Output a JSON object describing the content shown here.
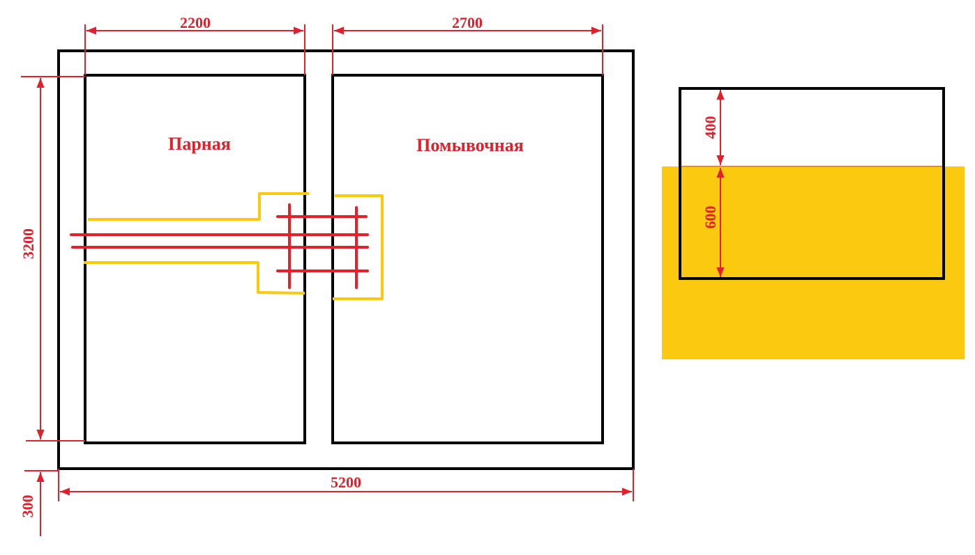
{
  "rooms": {
    "steam_room": "Парная",
    "washing_room": "Помывочная"
  },
  "dimensions": {
    "steam_width": "2200",
    "washing_width": "2700",
    "height": "3200",
    "total_width": "5200",
    "offset": "300",
    "upper_depth": "400",
    "lower_depth": "600"
  },
  "colors": {
    "wall": "#000000",
    "dimension": "#e0202a",
    "insulation": "#fcc911",
    "pipe": "#e62027"
  }
}
